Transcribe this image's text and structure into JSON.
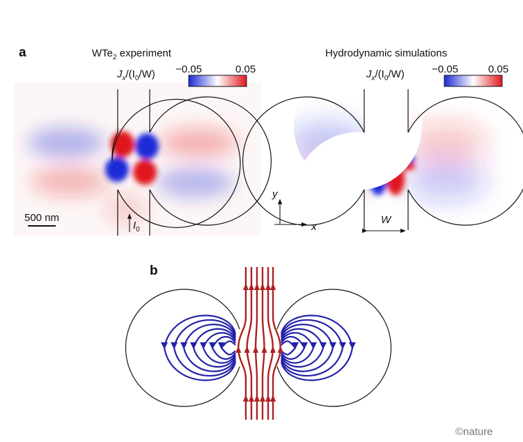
{
  "panel_a": {
    "label": "a",
    "experiment": {
      "title_main": "WTe",
      "title_sub": "2",
      "title_rest": " experiment",
      "current_label": "J",
      "current_label_sub": "x",
      "current_label_rest": "/(I",
      "current_label_sub2": "0",
      "current_label_end": "/W)",
      "colorbar_min": "−0.05",
      "colorbar_max": "0.05",
      "scalebar": "500 nm",
      "source_label": "I",
      "source_label_sub": "0"
    },
    "simulation": {
      "title": "Hydrodynamic simulations",
      "current_label": "J",
      "current_label_sub": "x",
      "current_label_rest": "/(I",
      "current_label_sub2": "0",
      "current_label_end": "/W)",
      "colorbar_min": "−0.05",
      "colorbar_max": "0.05",
      "axis_y": "y",
      "axis_x": "x",
      "width_label": "W"
    },
    "colors": {
      "positive": "#e0191f",
      "negative": "#1e2ad8",
      "zero": "#ffffff"
    }
  },
  "panel_b": {
    "label": "b",
    "colors": {
      "channel_flow": "#b02020",
      "vortex_flow": "#2222aa"
    }
  },
  "credit": "©nature"
}
